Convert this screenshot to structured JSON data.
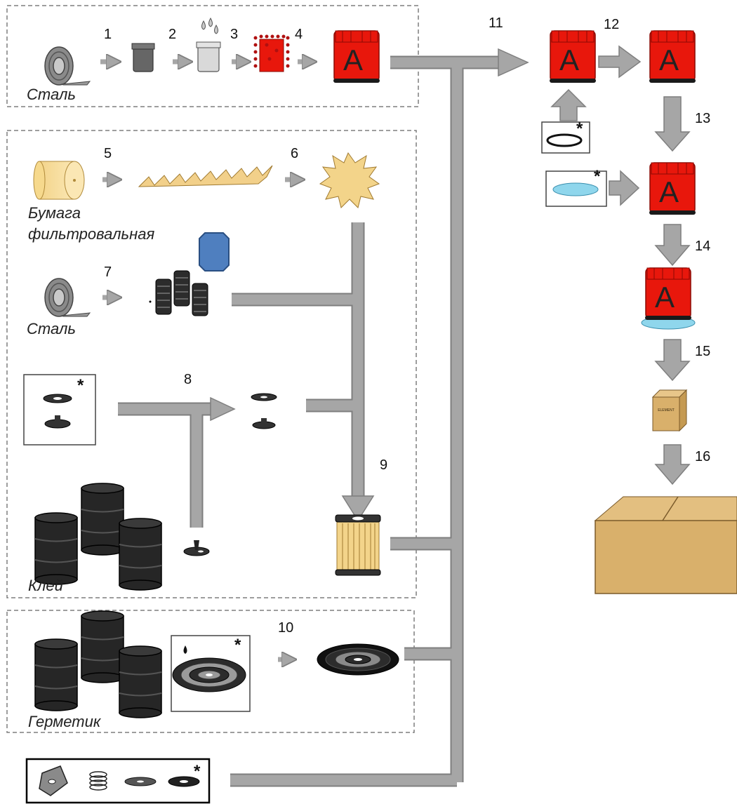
{
  "materials": {
    "steel": "Сталь",
    "filter_paper_line1": "Бумага",
    "filter_paper_line2": "фильтровальная",
    "glue": "Клей",
    "sealant": "Герметик"
  },
  "steps": [
    "1",
    "2",
    "3",
    "4",
    "5",
    "6",
    "7",
    "8",
    "9",
    "10",
    "11",
    "12",
    "13",
    "14",
    "15",
    "16"
  ],
  "canister_letter": "A",
  "box_label": "ELEMENT",
  "supplied_mark": "*",
  "colors": {
    "arrow_gray": "#a6a6a6",
    "arrow_outline": "#7f7f7f",
    "canister_red": "#e8170c",
    "paper_yellow": "#f6d98d",
    "box_tan": "#d9b06b",
    "gasket_blue": "#8fd6ec",
    "drum_black": "#262626",
    "accent_blue": "#4f7fbf"
  }
}
